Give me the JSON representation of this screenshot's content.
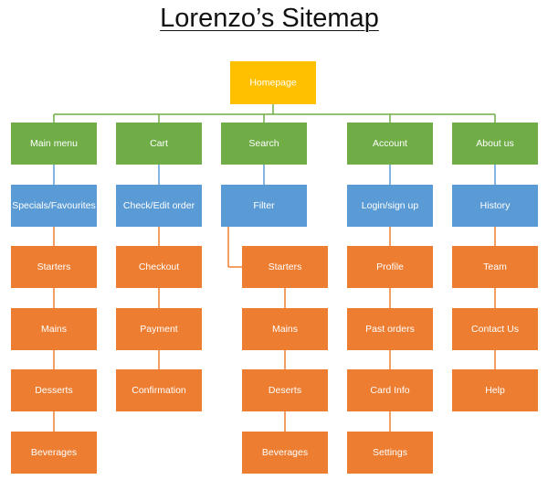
{
  "title": "Lorenzo’s Sitemap",
  "colors": {
    "root": "#FFC000",
    "level1": "#70AD47",
    "level2": "#5B9BD5",
    "level3": "#ED7D31",
    "connector_green": "#70AD47",
    "connector_blue": "#5B9BD5",
    "connector_orange": "#ED7D31"
  },
  "root": {
    "label": "Homepage"
  },
  "columns": [
    {
      "label": "Main menu",
      "sub": {
        "label": "Specials/Favourites"
      },
      "children": [
        "Starters",
        "Mains",
        "Desserts",
        "Beverages"
      ]
    },
    {
      "label": "Cart",
      "sub": {
        "label": "Check/Edit order"
      },
      "children": [
        "Checkout",
        "Payment",
        "Confirmation"
      ]
    },
    {
      "label": "Search",
      "sub": {
        "label": "Filter",
        "children": [
          "Starters",
          "Mains",
          "Deserts",
          "Beverages"
        ]
      },
      "children": []
    },
    {
      "label": "Account",
      "sub": {
        "label": "Login/sign up"
      },
      "children": [
        "Profile",
        "Past orders",
        "Card Info",
        "Settings"
      ]
    },
    {
      "label": "About us",
      "sub": {
        "label": "History"
      },
      "children": [
        "Team",
        "Contact Us",
        "Help"
      ]
    }
  ]
}
